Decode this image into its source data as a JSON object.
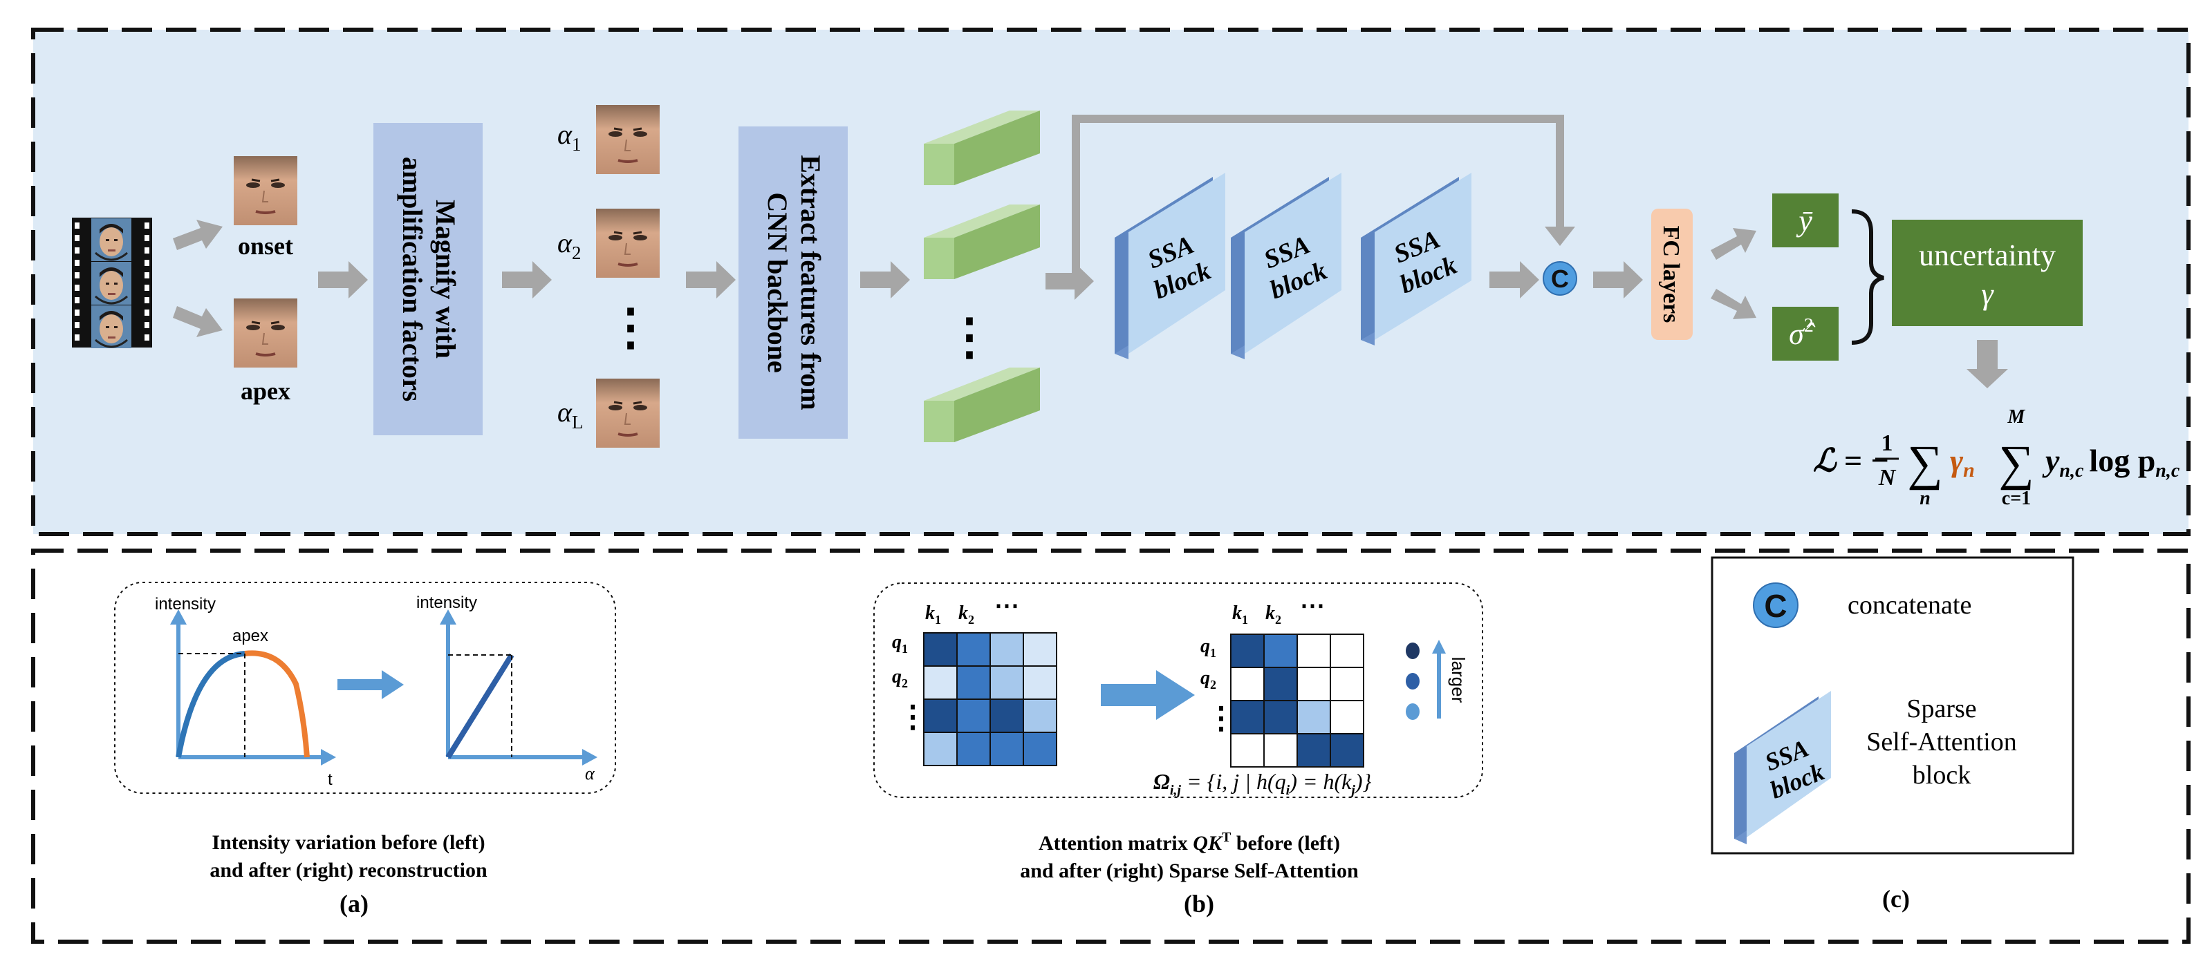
{
  "top": {
    "frame_labels": {
      "onset": "onset",
      "apex": "apex"
    },
    "magnify_box": {
      "line1": "Magnify with",
      "line2": "amplification factors"
    },
    "alphas": {
      "a1": "α",
      "a1_sub": "1",
      "a2": "α",
      "a2_sub": "2",
      "aL": "α",
      "aL_sub": "L"
    },
    "extract_box": {
      "line1": "Extract features from",
      "line2": "CNN backbone"
    },
    "ssa_block": {
      "line1": "SSA",
      "line2": "block"
    },
    "concat_symbol": "C",
    "fc_layers": "FC layers",
    "outputs": {
      "y_bar": "ȳ",
      "sigma": "σ̂",
      "sigma_sup": "2"
    },
    "uncertainty": {
      "line1": "uncertainty",
      "line2": "γ"
    },
    "loss": {
      "lhs": "ℒ = −",
      "frac_num": "1",
      "frac_den": "N",
      "sum1_sub": "n",
      "gamma": "γ",
      "gamma_sub": "n",
      "sum2_sup": "M",
      "sum2_sub": "c=1",
      "y_term": "y",
      "y_sub": "n,c",
      "log_term": "log p",
      "p_sub": "n,c"
    },
    "ellipsis": "⋮"
  },
  "panel_a": {
    "left_ylabel": "intensity",
    "apex_label": "apex",
    "t_label": "t",
    "right_ylabel": "intensity",
    "alpha_label": "α",
    "caption_line1": "Intensity variation before (left)",
    "caption_line2": "and after (right) reconstruction",
    "letter": "(a)"
  },
  "panel_b": {
    "k_labels": [
      "k",
      "k"
    ],
    "k_subs": [
      "1",
      "2"
    ],
    "q_labels": [
      "q",
      "q"
    ],
    "q_subs": [
      "1",
      "2"
    ],
    "dots_h": "⋯",
    "dots_v": "⋮",
    "larger_label": "larger",
    "omega_formula": "Ω",
    "omega_sub": "i,j",
    "omega_rhs": " = {i, j | h(q",
    "omega_qi": "i",
    "omega_mid": ") = h(k",
    "omega_kj": "j",
    "omega_end": ")}",
    "caption_line1_pre": "Attention matrix ",
    "caption_qk": "QK",
    "caption_sup": "T",
    "caption_line1_post": " before (left)",
    "caption_line2": "and after (right) Sparse Self-Attention",
    "letter": "(b)",
    "colors": {
      "dark": "#1f4e8c",
      "mid": "#3a78c2",
      "light": "#a6c8ec",
      "pale": "#d6e6f7",
      "white": "#ffffff"
    }
  },
  "panel_c": {
    "concat_symbol": "C",
    "concat_label": "concatenate",
    "ssa_line1": "SSA",
    "ssa_line2": "block",
    "desc_line1": "Sparse",
    "desc_line2": "Self-Attention",
    "desc_line3": "block",
    "letter": "(c)"
  },
  "colors": {
    "top_bg": "#ddeaf6",
    "process_box": "#b3c6e7",
    "ssa_face": "#bcd8f2",
    "ssa_side": "#6d93cc",
    "fc_box": "#f8cbad",
    "green": "#548235",
    "feature_green": "#a9d18e",
    "arrow_gray": "#a6a6a6",
    "concat_blue": "#4f9de0",
    "orange": "#c55a11",
    "chart_blue": "#2e75b6",
    "chart_orange": "#ed7d31"
  }
}
